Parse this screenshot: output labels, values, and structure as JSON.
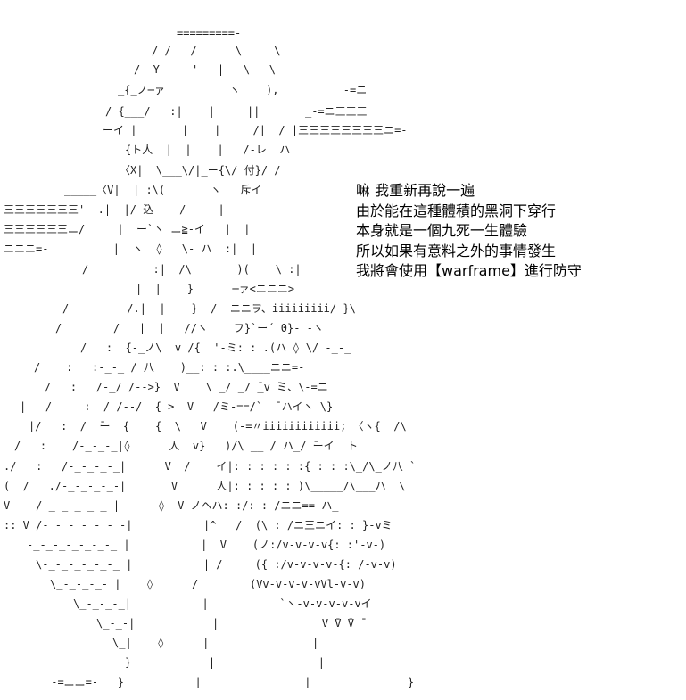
{
  "caption": {
    "lines": [
      "嘛 我重新再說一遍",
      "由於能在這種體積的黑洞下穿行",
      "本身就是一個九死一生體驗",
      "所以如果有意料之外的事情發生",
      "我將會使用【warframe】進行防守"
    ]
  },
  "art": {
    "lines": [
      "=========-",
      "/ /   /      \\     \\",
      "/  Y     '   |   \\   \\",
      "_{_ノ─ァ          ヽ    ),          -=ニ",
      "/ {___/   :|    |     ||       _-=ニ三三三",
      "ーイ |  |    |    |     /|  / |三三三三三三三三ニ=-",
      "{ト人  |  |    |   /-レ  ハ",
      "〈X|  \\___\\/|_ー{\\/ 付}/ /",
      "_____〈V|  | :\\(       ヽ   斥イ",
      "三三三三三三三'  .|  |/ ̄込    /  |  |",
      "三三三三三三ニ/     |  ー`ヽ ニ≧-イ   |  |",
      "ニニニ=-          |  ヽ  ◊   \\- ハ  :|  |",
      "/          :|  /\\       )(    \\ :|",
      "|  |    }      ─ァ<ニニニ>",
      "/         /.|  |    }  /  ニニヲ、iiiiiiiii/ }\\",
      "/        /   |  |   //ヽ___ フ}`ー´ 0}-_-ヽ",
      "/   :  {-_ノ\\  v /{  '-ミ: : .(ハ ◊ \\/ -_-_",
      "/    :   :-_-_ / 八    )__: : :.\\____ニニ=-",
      "/   :   /-_/ /-->}  V    \\ _/ _/ ̄_v ̄ミ、\\-=ニ",
      "|   /     :  / /--/  { >  V   /ミ-==/`  ̄ ハイヽ \\}",
      "|/   :  /  ̄ー_ {    {  \\   V    (-=〃iiiiiiiiiiii; 〈ヽ{  /\\",
      "/   :    /-_-_-_|◊      人  v}   )/\\ __ / ハ_/ ̄ーイ  ト",
      "./   :   /-_-_-_-_|      V  /    イ|: : : : : :{ : : :\\_/\\_ノ八 `",
      "(  /   ./-_-_-_-_-|       V      人|: : : : : )\\_____/\\___ハ  \\",
      "V    /-_-_-_-_-_-|      ◊  V ノヘハ: :/: : /ニニ==-ハ_",
      ":: V /-_-_-_-_-_-_-|           |^   /  (\\_:_/ニ三ニイ: : }-vミ",
      "-_-_-_-_-_-_-_ |           |  V    (ノ:/v-v-v-v{: :'-v-)",
      "\\-_-_-_-_-_-_ |           | /     ({ :/v-v-v-v-{: /-v-v)",
      "\\_-_-_-_- |    ◊      /        (Vv-v-v-v-vVl-v-v)",
      "\\_-_-_-_|           |           `ヽ-v-v-v-v-vイ",
      "\\_-_-|            |                V ̄V ̄V ̄",
      "\\_|    ◊      |                |",
      "}            |                |",
      "_-=ニニ=-   }           |                |               }"
    ]
  }
}
